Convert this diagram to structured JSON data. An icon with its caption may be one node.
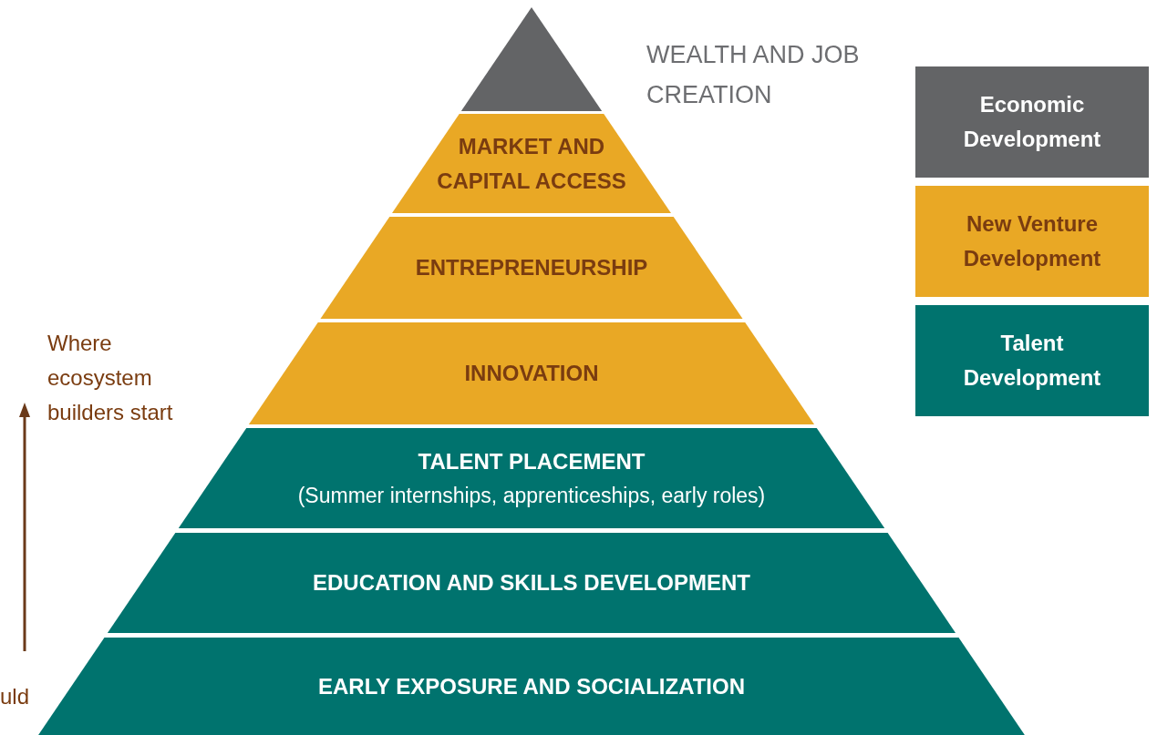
{
  "diagram": {
    "nodes": [
      {
        "text": [],
        "shape": "triangle"
      },
      {
        "text": [
          "MARKET AND CAPITAL ACCESS"
        ]
      },
      {
        "text": [
          "ENTREPRENEURSHIP"
        ]
      },
      {
        "text": [
          "INNOVATION"
        ]
      },
      {
        "text": [
          "TALENT PLACEMENT",
          "(Summer internships, apprenticeships, early roles)"
        ]
      },
      {
        "text": [
          "EDUCATION AND SKILLS DEVELOPMENT"
        ]
      },
      {
        "text": [
          "EARLY EXPOSURE AND SOCIALIZATION"
        ]
      }
    ],
    "edges": [],
    "labels": [
      "WEALTH AND JOB CREATION",
      "Where ecosystem builders start",
      "uld"
    ],
    "legend": [
      {
        "text": "Economic Development",
        "color": "#636466"
      },
      {
        "text": "New Venture Development",
        "color": "#e9a825"
      },
      {
        "text": "Talent Development",
        "color": "#00736e"
      }
    ]
  }
}
